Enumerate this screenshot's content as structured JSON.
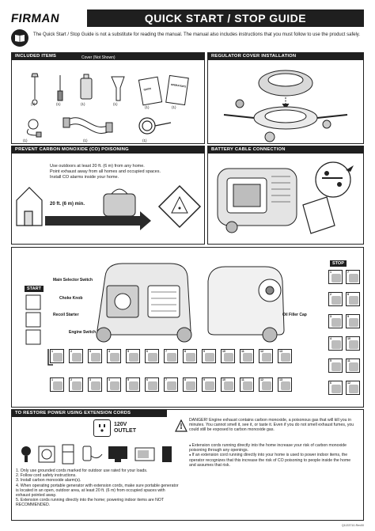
{
  "header": {
    "brand": "FIRMAN",
    "title": "QUICK START / STOP GUIDE"
  },
  "intro": {
    "text": "The Quick Start / Stop Guide is not a substitute for reading the manual. The manual also includes instructions that you must follow to use the product safely.",
    "icon": "read-manual-icon"
  },
  "included_items": {
    "heading": "INCLUDED ITEMS",
    "cover_note": "Cover (Not Shown)",
    "items": [
      {
        "name": "spark-plug-wrench",
        "qty": "(1)"
      },
      {
        "name": "screwdriver",
        "qty": "(1)"
      },
      {
        "name": "oil-bottle",
        "qty": "(1)"
      },
      {
        "name": "funnel",
        "qty": "(1)"
      },
      {
        "name": "quick-start-card",
        "qty": "(1)",
        "label": "QUICK START GUIDE"
      },
      {
        "name": "operator-manual",
        "qty": "(1)",
        "label": "OPERATOR'S MANUAL"
      },
      {
        "name": "dc-charging-cable",
        "qty": "(1)"
      },
      {
        "name": "parallel-cable",
        "qty": "(1)"
      },
      {
        "name": "hose",
        "qty": "(1)"
      }
    ]
  },
  "regulator": {
    "heading": "REGULATOR COVER INSTALLATION"
  },
  "co_poisoning": {
    "heading": "PREVENT CARBON MONOXIDE (CO) POISONING",
    "lines": [
      "Use outdoors at least 20 ft. (6 m) from any home.",
      "Point exhaust away from all homes and occupied spaces.",
      "Install CO alarms inside your home."
    ],
    "distance": "20 ft. (6 m) min."
  },
  "battery": {
    "heading": "BATTERY CABLE CONNECTION"
  },
  "start_stop": {
    "start_label": "START",
    "stop_label": "STOP",
    "callouts": {
      "main_selector": "Main Selector Switch",
      "choke": "Choke Knob",
      "recoil": "Recoil Starter",
      "engine_switch": "Engine Switch",
      "oil_filler": "Oil Filler Cap"
    },
    "row1": [
      "1",
      "2",
      "3",
      "4",
      "5",
      "6",
      "7",
      "8",
      "9",
      "10",
      "11",
      "12",
      "13"
    ],
    "row2": [
      "1",
      "2",
      "3",
      "4",
      "5",
      "6",
      "7",
      "8",
      "9",
      "10",
      "11",
      "12",
      "13"
    ],
    "stop_steps": [
      "1",
      "2",
      "3",
      "4",
      "5",
      "6",
      "7",
      "8",
      "9",
      "10",
      "11",
      "12"
    ]
  },
  "extension": {
    "heading": "TO RESTORE POWER USING EXTENSION CORDS",
    "outlet_voltage": "120V",
    "outlet_label": "OUTLET",
    "steps": [
      "1. Only use grounded cords marked for outdoor use rated for your loads.",
      "2. Follow cord safety instructions.",
      "3. Install carbon monoxide alarm(s).",
      "4. When operating portable generator with extension cords, make sure portable generator is located in an open, outdoor area, at least 20 ft. (6 m) from occupied spaces with exhaust pointed away.",
      "5. Extension cords running directly into the home; powering indoor items are NOT RECOMMENDED."
    ],
    "danger": "DANGER! Engine exhaust contains carbon monoxide, a poisonous gas that will kill you in minutes. You cannot smell it, see it, or taste it. Even if you do not smell exhaust fumes, you could still be exposed to carbon monoxide gas.",
    "bullets": [
      "Extension cords running directly into the home increase your risk of carbon monoxide poisoning through any openings.",
      "If an extension cord running directly into your home is used to power indoor items, the operator recognizes that this increase the risk of CO poisoning to people inside the home and assumes that risk."
    ]
  },
  "doc_number": "Q1133710-Rev00",
  "colors": {
    "band": "#1f1f1f",
    "line": "#222222",
    "fill": "#bcbcbc"
  }
}
